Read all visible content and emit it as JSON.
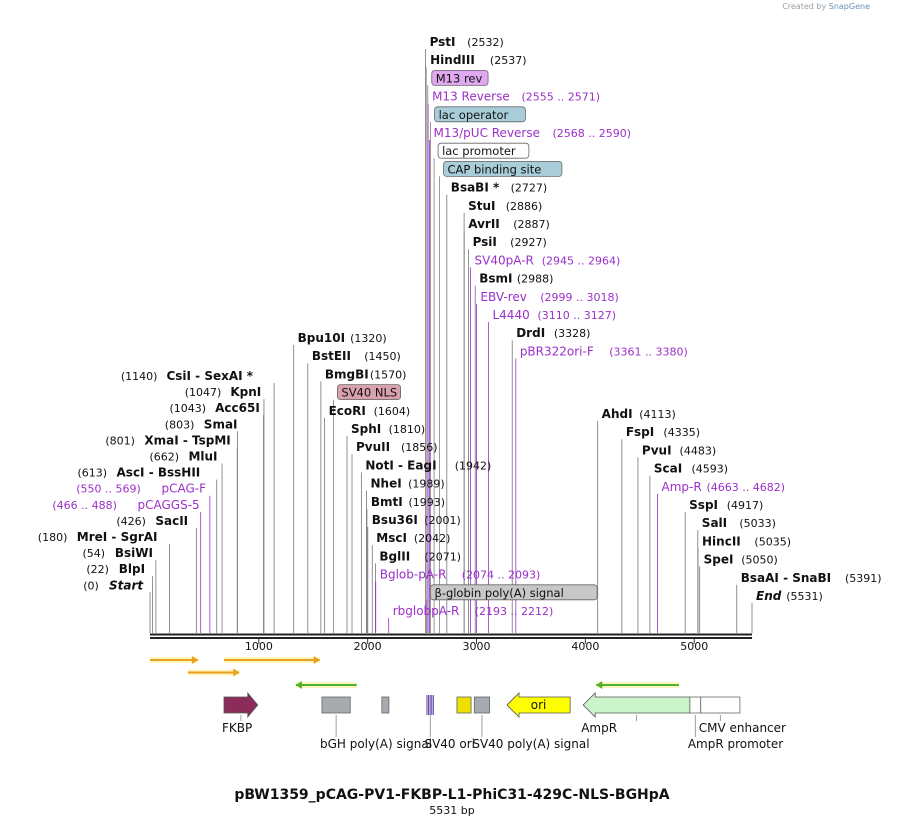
{
  "credit": {
    "prefix": "Created by",
    "brand": "SnapGene"
  },
  "title": "pBW1359_pCAG-PV1-FKBP-L1-PhiC31-429C-NLS-BGHpA",
  "length_label": "5531 bp",
  "length": 5531,
  "axis": {
    "ticks": [
      {
        "pos": 1000,
        "label": "1000"
      },
      {
        "pos": 2000,
        "label": "2000"
      },
      {
        "pos": 3000,
        "label": "3000"
      },
      {
        "pos": 4000,
        "label": "4000"
      },
      {
        "pos": 5000,
        "label": "5000"
      }
    ]
  },
  "colors": {
    "enzyme": "#111111",
    "primer": "#9b30c9",
    "feature_line": "#808080",
    "backbone": "#222222"
  },
  "labels": [
    {
      "kind": "enzyme",
      "pos": 2532,
      "text": "PstI",
      "coord": "(2532)"
    },
    {
      "kind": "enzyme",
      "pos": 2537,
      "text": "HindIII",
      "coord": "(2537)"
    },
    {
      "kind": "feature",
      "pos": 2552,
      "text": "M13 rev",
      "fill": "#e0a8ee"
    },
    {
      "kind": "primer",
      "pos": 2555,
      "text": "M13 Reverse",
      "coord": "(2555 .. 2571)"
    },
    {
      "kind": "feature",
      "pos": 2578,
      "text": "lac operator",
      "fill": "#a9cdd8"
    },
    {
      "kind": "primer",
      "pos": 2568,
      "text": "M13/pUC Reverse",
      "coord": "(2568 .. 2590)"
    },
    {
      "kind": "feature",
      "pos": 2610,
      "text": "lac promoter",
      "fill": "#ffffff"
    },
    {
      "kind": "feature",
      "pos": 2660,
      "text": "CAP binding site",
      "fill": "#a9cdd8"
    },
    {
      "kind": "enzyme",
      "pos": 2727,
      "text": "BsaBI *",
      "coord": "(2727)"
    },
    {
      "kind": "enzyme",
      "pos": 2886,
      "text": "StuI",
      "coord": "(2886)"
    },
    {
      "kind": "enzyme",
      "pos": 2887,
      "text": "AvrII",
      "coord": "(2887)"
    },
    {
      "kind": "enzyme",
      "pos": 2927,
      "text": "PsiI",
      "coord": "(2927)"
    },
    {
      "kind": "primer",
      "pos": 2945,
      "text": "SV40pA-R",
      "coord": "(2945 .. 2964)"
    },
    {
      "kind": "enzyme",
      "pos": 2988,
      "text": "BsmI",
      "coord": "(2988)"
    },
    {
      "kind": "primer",
      "pos": 2999,
      "text": "EBV-rev",
      "coord": "(2999 .. 3018)"
    },
    {
      "kind": "primer",
      "pos": 3110,
      "text": "L4440",
      "coord": "(3110 .. 3127)"
    },
    {
      "kind": "enzyme",
      "pos": 3328,
      "text": "DrdI",
      "coord": "(3328)"
    },
    {
      "kind": "primer",
      "pos": 3361,
      "text": "pBR322ori-F",
      "coord": "(3361 .. 3380)"
    },
    {
      "kind": "enzyme",
      "pos": 1320,
      "text": "Bpu10I",
      "coord": "(1320)"
    },
    {
      "kind": "enzyme",
      "pos": 1450,
      "text": "BstEII",
      "coord": "(1450)"
    },
    {
      "kind": "enzyme",
      "pos": 1570,
      "text": "BmgBI",
      "coord": "(1570)"
    },
    {
      "kind": "feature",
      "pos": 1685,
      "text": "SV40 NLS",
      "fill": "#d9a0b0"
    },
    {
      "kind": "enzyme",
      "pos": 1604,
      "text": "EcoRI",
      "coord": "(1604)"
    },
    {
      "kind": "enzyme",
      "pos": 1810,
      "text": "SphI",
      "coord": "(1810)"
    },
    {
      "kind": "enzyme",
      "pos": 1856,
      "text": "PvuII",
      "coord": "(1856)"
    },
    {
      "kind": "enzyme",
      "pos": 1942,
      "text": "NotI - EagI",
      "coord": "(1942)"
    },
    {
      "kind": "enzyme",
      "pos": 1989,
      "text": "NheI",
      "coord": "(1989)"
    },
    {
      "kind": "enzyme",
      "pos": 1993,
      "text": "BmtI",
      "coord": "(1993)"
    },
    {
      "kind": "enzyme",
      "pos": 2001,
      "text": "Bsu36I",
      "coord": "(2001)"
    },
    {
      "kind": "enzyme",
      "pos": 2042,
      "text": "MscI",
      "coord": "(2042)"
    },
    {
      "kind": "enzyme",
      "pos": 2071,
      "text": "BglII",
      "coord": "(2071)"
    },
    {
      "kind": "primer",
      "pos": 2074,
      "text": "Bglob-pA-R",
      "coord": "(2074 .. 2093)"
    },
    {
      "kind": "feature",
      "pos": 2540,
      "text": "β-globin poly(A) signal",
      "fill": "#c8c8c8"
    },
    {
      "kind": "primer",
      "pos": 2193,
      "text": "rbglobpA-R",
      "coord": "(2193 .. 2212)"
    },
    {
      "kind": "enzyme",
      "pos": 4113,
      "text": "AhdI",
      "coord": "(4113)"
    },
    {
      "kind": "enzyme",
      "pos": 4335,
      "text": "FspI",
      "coord": "(4335)"
    },
    {
      "kind": "enzyme",
      "pos": 4483,
      "text": "PvuI",
      "coord": "(4483)"
    },
    {
      "kind": "enzyme",
      "pos": 4593,
      "text": "ScaI",
      "coord": "(4593)"
    },
    {
      "kind": "primer",
      "pos": 4663,
      "text": "Amp-R",
      "coord": "(4663 .. 4682)"
    },
    {
      "kind": "enzyme",
      "pos": 4917,
      "text": "SspI",
      "coord": "(4917)"
    },
    {
      "kind": "enzyme",
      "pos": 5033,
      "text": "SalI",
      "coord": "(5033)"
    },
    {
      "kind": "enzyme",
      "pos": 5035,
      "text": "HincII",
      "coord": "(5035)"
    },
    {
      "kind": "enzyme",
      "pos": 5050,
      "text": "SpeI",
      "coord": "(5050)"
    },
    {
      "kind": "enzyme",
      "pos": 5391,
      "text": "BsaAI - SnaBI",
      "coord": "(5391)"
    },
    {
      "kind": "end",
      "pos": 5531,
      "text": "End",
      "coord": "(5531)"
    },
    {
      "kind": "enzyme",
      "pos": 1140,
      "text": "CsiI - SexAI *",
      "coord": "(1140)",
      "align": "left"
    },
    {
      "kind": "enzyme",
      "pos": 1047,
      "text": "KpnI",
      "coord": "(1047)",
      "align": "left"
    },
    {
      "kind": "enzyme",
      "pos": 1043,
      "text": "Acc65I",
      "coord": "(1043)",
      "align": "left"
    },
    {
      "kind": "enzyme",
      "pos": 803,
      "text": "SmaI",
      "coord": "(803)",
      "align": "left"
    },
    {
      "kind": "enzyme",
      "pos": 801,
      "text": "XmaI - TspMI",
      "coord": "(801)",
      "align": "left"
    },
    {
      "kind": "enzyme",
      "pos": 662,
      "text": "MluI",
      "coord": "(662)",
      "align": "left"
    },
    {
      "kind": "enzyme",
      "pos": 613,
      "text": "AscI - BssHII",
      "coord": "(613)",
      "align": "left"
    },
    {
      "kind": "primer",
      "pos": 550,
      "text": "pCAG-F",
      "coord": "(550 .. 569)",
      "align": "left"
    },
    {
      "kind": "primer",
      "pos": 466,
      "text": "pCAGGS-5",
      "coord": "(466 .. 488)",
      "align": "left"
    },
    {
      "kind": "enzyme",
      "pos": 426,
      "text": "SacII",
      "coord": "(426)",
      "align": "left"
    },
    {
      "kind": "enzyme",
      "pos": 180,
      "text": "MreI - SgrAI",
      "coord": "(180)",
      "align": "left"
    },
    {
      "kind": "enzyme",
      "pos": 54,
      "text": "BsiWI",
      "coord": "(54)",
      "align": "left"
    },
    {
      "kind": "enzyme",
      "pos": 22,
      "text": "BlpI",
      "coord": "(22)",
      "align": "left"
    },
    {
      "kind": "start",
      "pos": 0,
      "text": "Start",
      "coord": "(0)",
      "align": "left"
    }
  ],
  "features": [
    {
      "name": "FKBP",
      "shape": "arrow-right",
      "start": 680,
      "end": 990,
      "fill": "#8b2c5a",
      "label": "FKBP",
      "label_row": 1
    },
    {
      "name": "bGH poly(A) signal",
      "shape": "box",
      "start": 1580,
      "end": 1840,
      "fill": "#a7abb0",
      "label": "bGH poly(A) signal",
      "label_row": 2
    },
    {
      "name": "small-box",
      "shape": "box",
      "start": 2130,
      "end": 2195,
      "fill": "#a7abb0",
      "label": ""
    },
    {
      "name": "SV40 ori",
      "shape": "bars",
      "start": 2540,
      "end": 2610,
      "fill": "#5a3fa0",
      "label": "SV40 ori",
      "label_row": 2
    },
    {
      "name": "yellow-box",
      "shape": "box",
      "start": 2820,
      "end": 2950,
      "fill": "#f0e000",
      "label": ""
    },
    {
      "name": "SV40 poly(A) signal",
      "shape": "box",
      "start": 2980,
      "end": 3120,
      "fill": "#a7abb0",
      "label": "SV40 poly(A) signal",
      "label_row": 2
    },
    {
      "name": "ori",
      "shape": "arrow-left",
      "start": 3280,
      "end": 3860,
      "fill": "#ffff00",
      "label": "ori",
      "label_inside": true
    },
    {
      "name": "AmpR",
      "shape": "arrow-left",
      "start": 3980,
      "end": 4960,
      "fill": "#ccf5cc",
      "label": "AmpR",
      "label_row": 1
    },
    {
      "name": "AmpR promoter",
      "shape": "box",
      "start": 4960,
      "end": 5060,
      "fill": "#ffffff",
      "label": "AmpR promoter",
      "label_row": 2
    },
    {
      "name": "CMV enhancer",
      "shape": "box",
      "start": 5060,
      "end": 5420,
      "fill": "#ffffff",
      "label": "CMV enhancer",
      "label_row": 1
    }
  ],
  "orf_arrows": [
    {
      "start": 0,
      "end": 440,
      "dir": "right",
      "color": "#e8a020",
      "row": 0
    },
    {
      "start": 350,
      "end": 820,
      "dir": "right",
      "color": "#e8a020",
      "row": 1
    },
    {
      "start": 680,
      "end": 1560,
      "dir": "right",
      "color": "#e8a020",
      "row": 0
    },
    {
      "start": 1340,
      "end": 1900,
      "dir": "left",
      "color": "#50b030",
      "row": 2
    },
    {
      "start": 4100,
      "end": 4860,
      "dir": "left",
      "color": "#50b030",
      "row": 2
    }
  ]
}
